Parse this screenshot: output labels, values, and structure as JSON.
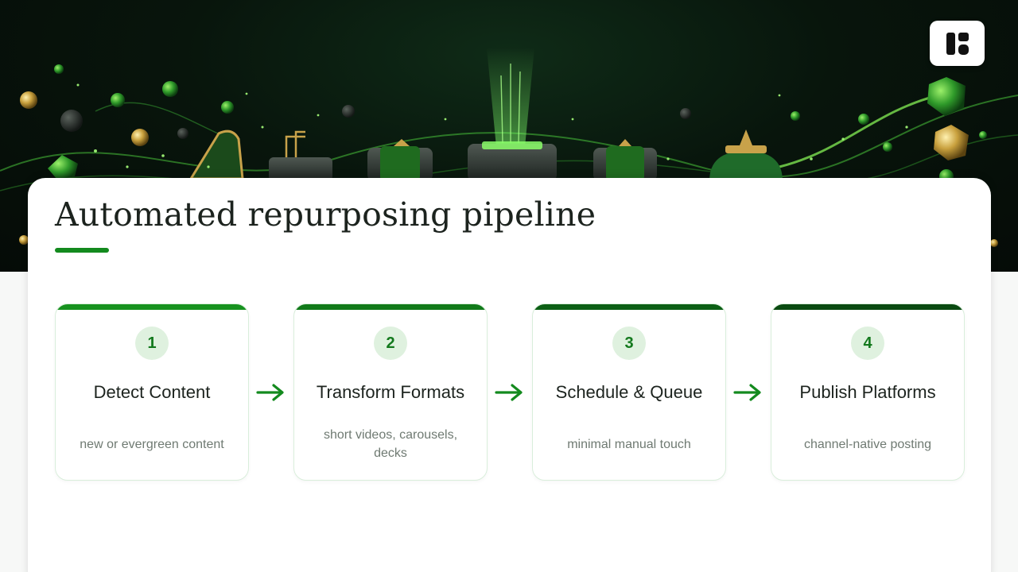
{
  "title": "Automated repurposing pipeline",
  "colors": {
    "accent": "#138a1e",
    "step_bar_1": "#17921f",
    "step_bar_2": "#117a1a",
    "step_bar_3": "#0c5f15",
    "step_bar_4": "#0a4a11",
    "step_number_bg": "#dff1df"
  },
  "logo_icon": "grid-logo-icon",
  "steps": [
    {
      "number": "1",
      "title": "Detect Content",
      "description": "new or evergreen content"
    },
    {
      "number": "2",
      "title": "Transform Formats",
      "description": "short videos, carousels, decks"
    },
    {
      "number": "3",
      "title": "Schedule & Queue",
      "description": "minimal manual touch"
    },
    {
      "number": "4",
      "title": "Publish Platforms",
      "description": "channel-native posting"
    }
  ],
  "arrow_icon": "arrow-right-icon"
}
